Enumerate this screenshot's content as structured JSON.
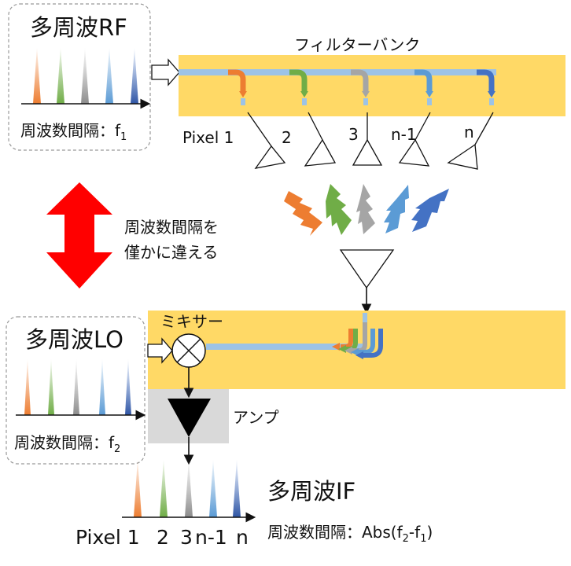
{
  "rf_box": {
    "title": "多周波RF",
    "spacing_label": "周波数間隔：f",
    "spacing_sub": "1"
  },
  "lo_box": {
    "title": "多周波LO",
    "spacing_label": "周波数間隔：f",
    "spacing_sub": "2"
  },
  "if_block": {
    "title": "多周波IF",
    "spacing_label": "周波数間隔：Abs(f",
    "sub_a": "2",
    "mid": "-f",
    "sub_b": "1",
    "close": ")"
  },
  "filterbank": {
    "label": "フィルターバンク"
  },
  "mixer": {
    "label": "ミキサー"
  },
  "amp": {
    "label": "アンプ"
  },
  "annotation": {
    "line1": "周波数間隔を",
    "line2": "僅かに違える"
  },
  "pixel_labels": [
    "Pixel 1",
    "2",
    "3",
    "n-1",
    "n"
  ],
  "if_pixel_labels": [
    "Pixel 1",
    "2",
    "3",
    "n-1",
    "n"
  ],
  "colors": {
    "band": "#FFD966",
    "line": "#9DC3E6",
    "channels": [
      "#ED7D31",
      "#70AD47",
      "#A5A5A5",
      "#5B9BD5",
      "#4472C4"
    ],
    "arrow_red": "#FF0000",
    "amp_box": "#D9D9D9"
  },
  "icons": [
    "horn-antenna-icon",
    "wave-bolt-icon",
    "mixer-icon",
    "amplifier-icon",
    "double-arrow-icon"
  ]
}
